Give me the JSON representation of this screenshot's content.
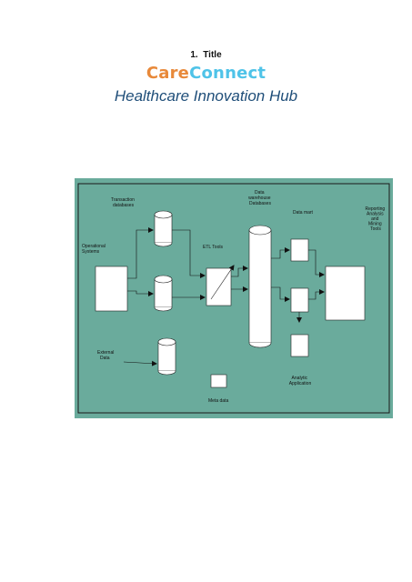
{
  "heading": {
    "number": "1.",
    "label": "Title"
  },
  "brand": {
    "part1": "Care",
    "part2": "Connect"
  },
  "subtitle": "Healthcare Innovation Hub",
  "diagram": {
    "labels": {
      "operational_systems": [
        "Operational",
        "Systems"
      ],
      "transaction_databases": [
        "Transaction",
        "databases"
      ],
      "etl_tools": "ETL Tools",
      "data_warehouse": [
        "Data",
        "warehouse",
        "Databases"
      ],
      "data_mart": "Data mart",
      "reporting": [
        "Reporting",
        "Analysis",
        "and",
        "Mining",
        "Tools"
      ],
      "external_data": [
        "External",
        "Data"
      ],
      "meta_data": "Meta data",
      "analytic_application": [
        "Analytic",
        "Application"
      ]
    }
  }
}
